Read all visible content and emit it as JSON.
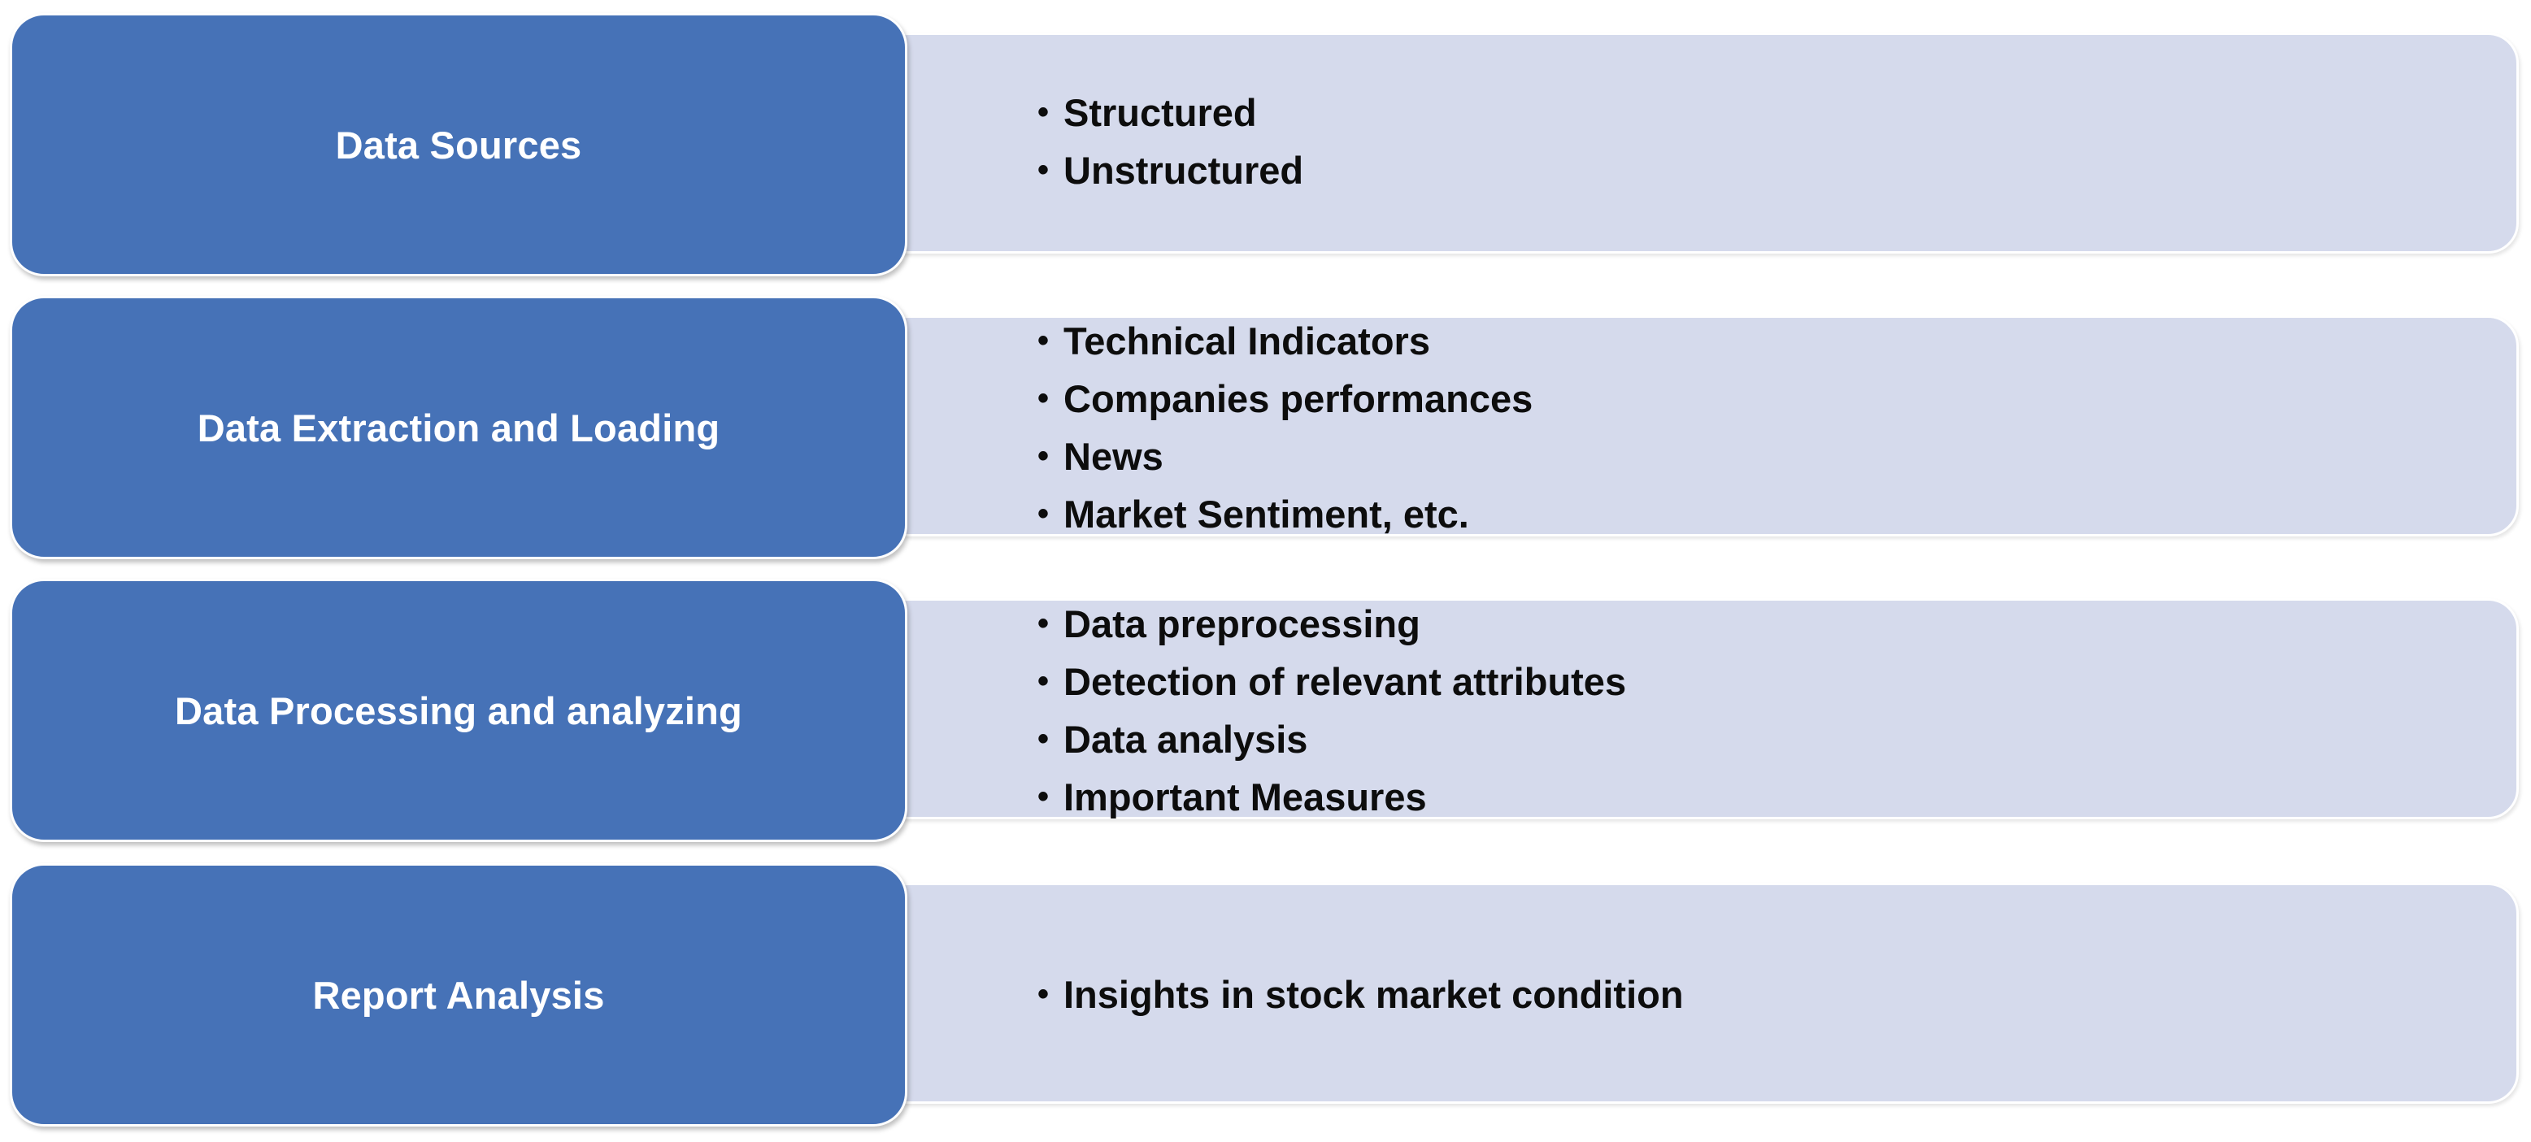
{
  "stages": [
    {
      "label": "Data Sources",
      "items": [
        "Structured",
        "Unstructured"
      ]
    },
    {
      "label": "Data Extraction and Loading",
      "items": [
        "Technical Indicators",
        "Companies performances",
        "News",
        "Market Sentiment, etc."
      ]
    },
    {
      "label": "Data Processing and analyzing",
      "items": [
        "Data preprocessing",
        "Detection of relevant attributes",
        "Data analysis",
        "Important Measures"
      ]
    },
    {
      "label": "Report Analysis",
      "items": [
        "Insights in stock market condition"
      ]
    }
  ],
  "colors": {
    "stage_fill": "#4672b7",
    "detail_fill": "#d5daec",
    "stage_text": "#ffffff",
    "detail_text": "#0d0d0d"
  },
  "bullet_glyph": "•"
}
